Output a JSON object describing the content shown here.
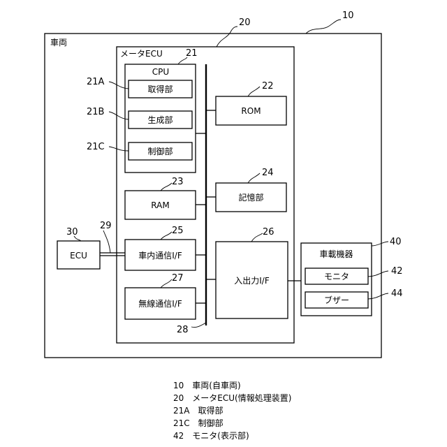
{
  "vehicle": {
    "label": "車両",
    "ref": "10"
  },
  "meter_ecu": {
    "label": "メータECU",
    "ref": "20"
  },
  "cpu": {
    "label": "CPU",
    "ref": "21"
  },
  "acquire": {
    "label": "取得部",
    "ref": "21A"
  },
  "generate": {
    "label": "生成部",
    "ref": "21B"
  },
  "control": {
    "label": "制御部",
    "ref": "21C"
  },
  "rom": {
    "label": "ROM",
    "ref": "22"
  },
  "ram": {
    "label": "RAM",
    "ref": "23"
  },
  "storage": {
    "label": "記憶部",
    "ref": "24"
  },
  "in_vehicle_if": {
    "label": "車内通信I/F",
    "ref": "25"
  },
  "io_if": {
    "label": "入出力I/F",
    "ref": "26"
  },
  "wireless_if": {
    "label": "無線通信I/F",
    "ref": "27"
  },
  "bus": {
    "ref": "28"
  },
  "external_bus": {
    "ref": "29"
  },
  "ecu": {
    "label": "ECU",
    "ref": "30"
  },
  "onboard": {
    "label": "車載機器",
    "ref": "40"
  },
  "monitor": {
    "label": "モニタ",
    "ref": "42"
  },
  "buzzer": {
    "label": "ブザー",
    "ref": "44"
  },
  "legend": [
    "10　車両(自車両)",
    "20　メータECU(情報処理装置)",
    "21A　取得部",
    "21C　制御部",
    "42　モニタ(表示部)"
  ]
}
